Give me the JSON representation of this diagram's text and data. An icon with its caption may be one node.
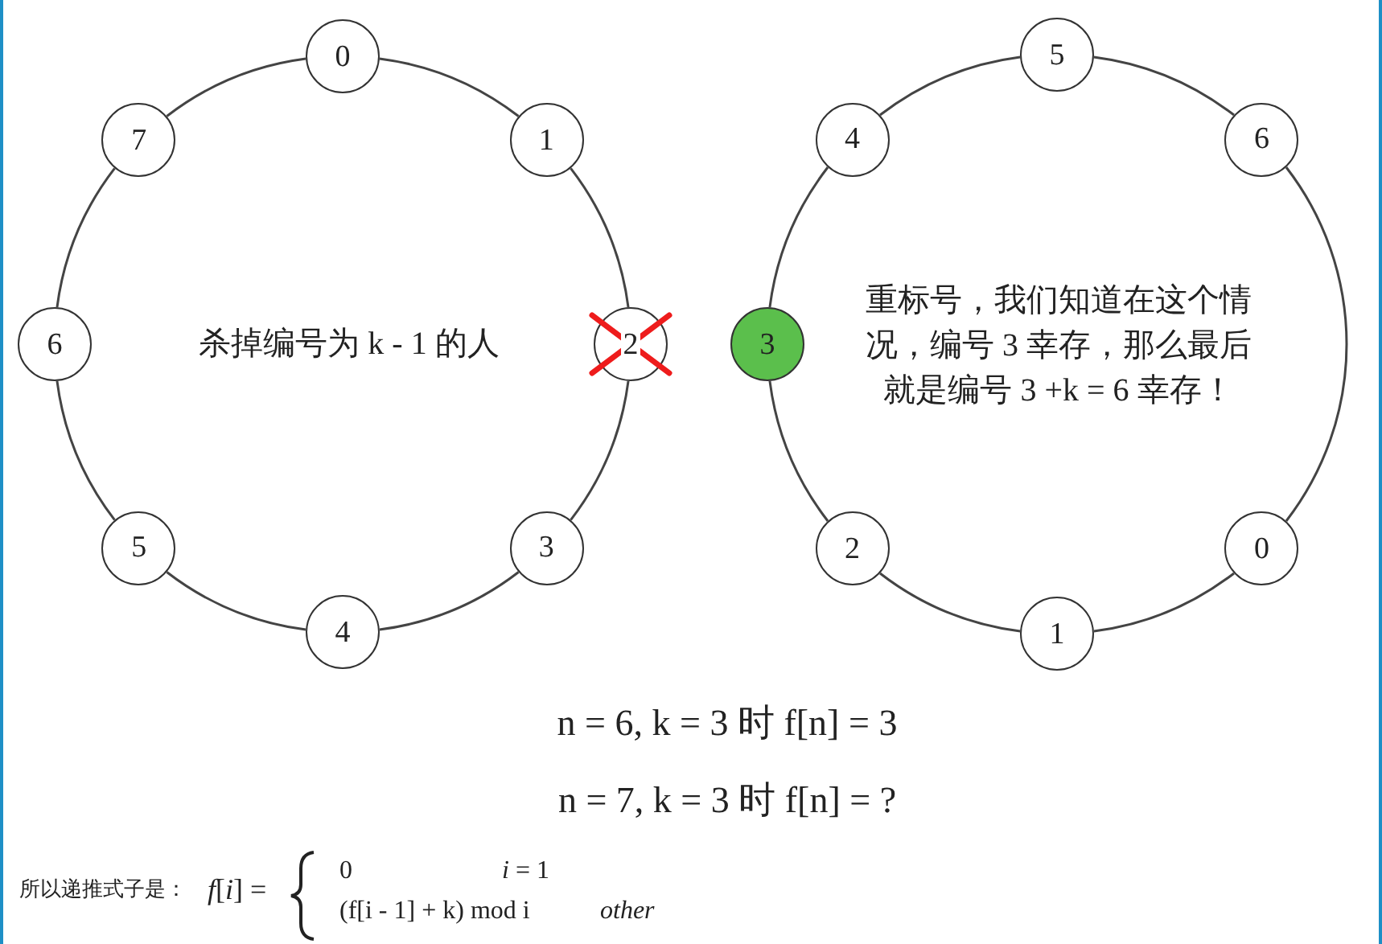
{
  "diagram": {
    "nodes": [
      {
        "text": [
          "0"
        ]
      },
      {
        "text": [
          "1"
        ]
      },
      {
        "text": [
          "2"
        ]
      },
      {
        "text": [
          "3"
        ]
      },
      {
        "text": [
          "4"
        ]
      },
      {
        "text": [
          "5"
        ]
      },
      {
        "text": [
          "6"
        ]
      },
      {
        "text": [
          "7"
        ]
      },
      {
        "text": [
          "5"
        ]
      },
      {
        "text": [
          "6"
        ]
      },
      {
        "text": [
          "0"
        ]
      },
      {
        "text": [
          "1"
        ]
      },
      {
        "text": [
          "2"
        ]
      },
      {
        "text": [
          "3"
        ]
      },
      {
        "text": [
          "4"
        ]
      }
    ],
    "edges": [
      {
        "from": 0,
        "to": 1,
        "arrow": "none"
      },
      {
        "from": 1,
        "to": 2,
        "arrow": "none"
      },
      {
        "from": 2,
        "to": 3,
        "arrow": "none"
      },
      {
        "from": 3,
        "to": 4,
        "arrow": "none"
      },
      {
        "from": 4,
        "to": 5,
        "arrow": "none"
      },
      {
        "from": 5,
        "to": 6,
        "arrow": "none"
      },
      {
        "from": 6,
        "to": 7,
        "arrow": "none"
      },
      {
        "from": 7,
        "to": 0,
        "arrow": "none"
      },
      {
        "from": 8,
        "to": 9,
        "arrow": "none"
      },
      {
        "from": 9,
        "to": 10,
        "arrow": "none"
      },
      {
        "from": 10,
        "to": 11,
        "arrow": "none"
      },
      {
        "from": 11,
        "to": 12,
        "arrow": "none"
      },
      {
        "from": 12,
        "to": 13,
        "arrow": "none"
      },
      {
        "from": 13,
        "to": 14,
        "arrow": "none"
      },
      {
        "from": 14,
        "to": 8,
        "arrow": "none"
      }
    ],
    "labels": [
      "杀掉编号为 k - 1 的人",
      "重标号，我们知道在这个情况，编号 3 幸存，那么最后就是编号 3 +k = 6 幸存！",
      "n = 6, k = 3 时 f[n] = 3",
      "n = 7, k = 3 时 f[n] = ?",
      "所以递推式子是：",
      "*f*[*i*] =",
      "0",
      "*i* = 1",
      "(f[i - 1] + k) mod i",
      "other"
    ]
  }
}
